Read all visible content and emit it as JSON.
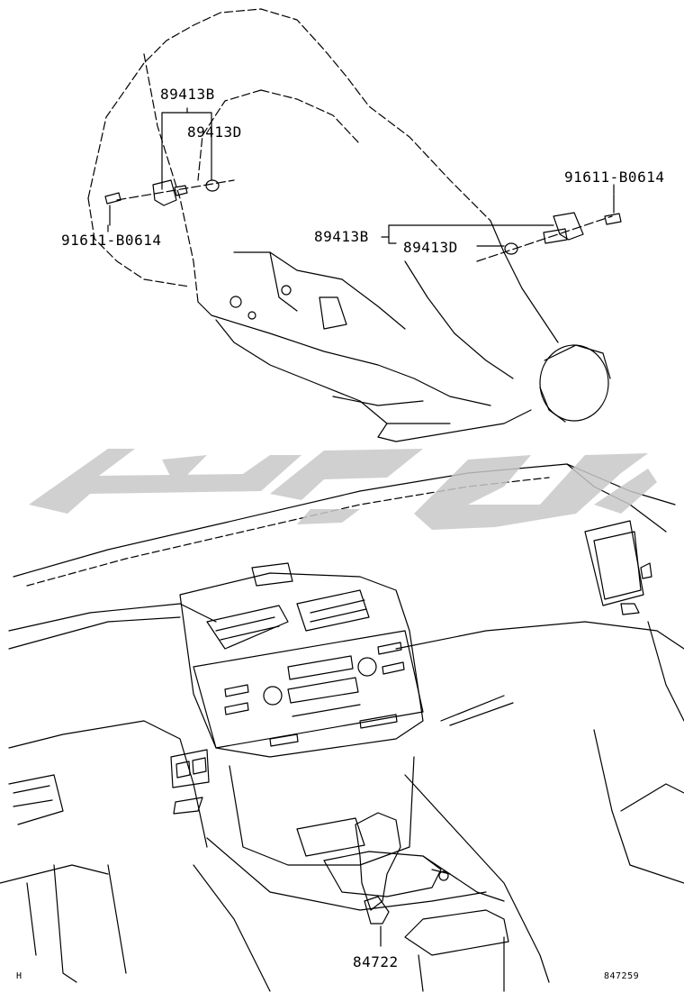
{
  "parts": {
    "sensor_left": "89413B",
    "gasket_left": "89413D",
    "bolt_left": "91611-B0614",
    "bolt_right": "91611-B0614",
    "sensor_right": "89413B",
    "gasket_right": "89413D",
    "shift_knob": "84722"
  },
  "footer": {
    "left_mark": "H",
    "diagram_id": "847259"
  },
  "watermark_color": "#c8c8c8"
}
